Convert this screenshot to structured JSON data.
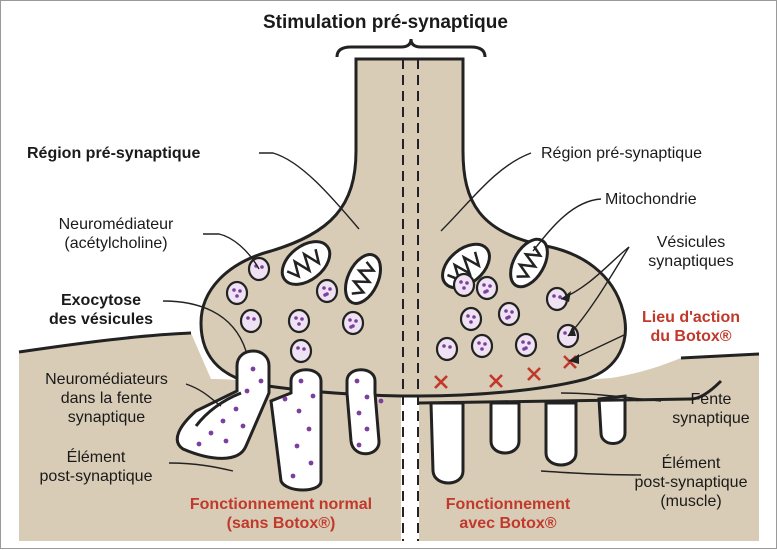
{
  "title": "Stimulation pré-synaptique",
  "left": {
    "region_label": "Région pré-synaptique",
    "neuromediateur_line1": "Neuromédiateur",
    "neuromediateur_line2": "(acétylcholine)",
    "exocytose_line1": "Exocytose",
    "exocytose_line2": "des vésicules",
    "fente_line1": "Neuromédiateurs",
    "fente_line2": "dans la fente",
    "fente_line3": "synaptique",
    "element_line1": "Élément",
    "element_line2": "post-synaptique",
    "caption_line1": "Fonctionnement normal",
    "caption_line2": "(sans Botox®)"
  },
  "right": {
    "region_label": "Région pré-synaptique",
    "mitochondrie": "Mitochondrie",
    "vesicules_line1": "Vésicules",
    "vesicules_line2": "synaptiques",
    "lieu_line1": "Lieu d'action",
    "lieu_line2": "du Botox®",
    "fente_line1": "Fente",
    "fente_line2": "synaptique",
    "element_line1": "Élément",
    "element_line2": "post-synaptique",
    "element_line3": "(muscle)",
    "caption_line1": "Fonctionnement",
    "caption_line2": "avec Botox®"
  },
  "colors": {
    "tissue": "#d9ccb6",
    "outline": "#222222",
    "vesicle_fill": "#efe2f3",
    "vesicle_dot": "#7b3fa0",
    "botox": "#c0392b",
    "mito_fill": "#ffffff"
  }
}
